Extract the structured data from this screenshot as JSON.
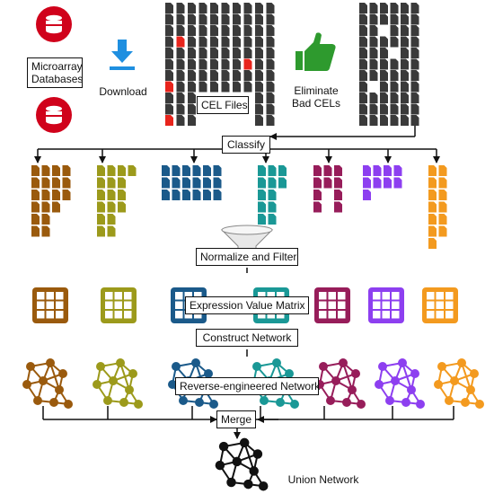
{
  "labels": {
    "databases_line1": "Microarray",
    "databases_line2": "Databases",
    "download": "Download",
    "cel_files": "CEL Files",
    "eliminate_line1": "Eliminate",
    "eliminate_line2": "Bad CELs",
    "classify": "Classify",
    "normalize": "Normalize and Filter",
    "expression_matrix": "Expression Value Matrix",
    "construct_network": "Construct Network",
    "reverse_network": "Reverse-engineered Network",
    "merge": "Merge",
    "union_network": "Union Network"
  },
  "icons": {
    "database": "database-icon",
    "download": "download-icon",
    "thumbs_up": "thumbs-up-icon",
    "file": "file-icon",
    "grid": "grid-icon",
    "funnel": "funnel-icon",
    "network": "network-icon"
  },
  "colors": {
    "database": "#d0021b",
    "download": "#1f8fe0",
    "thumbs_up": "#2e9a2e",
    "file_dark": "#3a3a3a",
    "file_bad": "#e8241c",
    "clusters": [
      "#9a5a0d",
      "#9c9a1b",
      "#1b5a8a",
      "#1a9896",
      "#971d5a",
      "#8d3ff0",
      "#f39a1f"
    ],
    "union": "#111111"
  }
}
